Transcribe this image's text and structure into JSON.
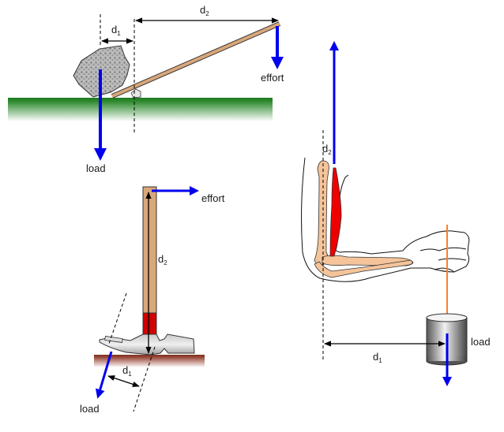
{
  "diagram": {
    "title": "Lever examples: crowbar, claw hammer, forearm",
    "colors": {
      "force_arrow": "#0000ee",
      "ground_grass": "#1f7a1f",
      "ground_soil": "#8b3a2a",
      "wood": "#d9a77a",
      "handle_grip": "#d40000",
      "muscle": "#ee0000",
      "bone": "#f5c49a",
      "rope": "#ff7f27"
    },
    "crowbar": {
      "d1": "d",
      "d1_sub": "1",
      "d2": "d",
      "d2_sub": "2",
      "effort_label": "effort",
      "load_label": "load"
    },
    "hammer": {
      "d1": "d",
      "d1_sub": "1",
      "d2": "d",
      "d2_sub": "2",
      "effort_label": "effort",
      "load_label": "load"
    },
    "forearm": {
      "d1": "d",
      "d1_sub": "1",
      "d2": "d",
      "d2_sub": "2",
      "load_label": "load"
    }
  }
}
